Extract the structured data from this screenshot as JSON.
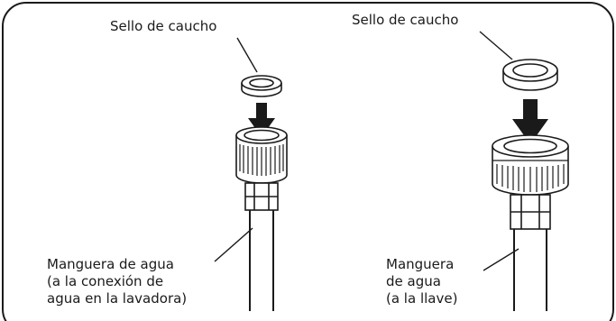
{
  "labels": {
    "left_seal": "Sello de caucho",
    "right_seal": "Sello de caucho",
    "left_hose": [
      "Manguera de agua",
      "(a la conexión de",
      "agua en la lavadora)"
    ],
    "right_hose": [
      "Manguera",
      "de agua",
      "(a la llave)"
    ]
  },
  "colors": {
    "stroke": "#1a1a1a",
    "arrow": "#1a1a1a",
    "background": "#ffffff"
  }
}
